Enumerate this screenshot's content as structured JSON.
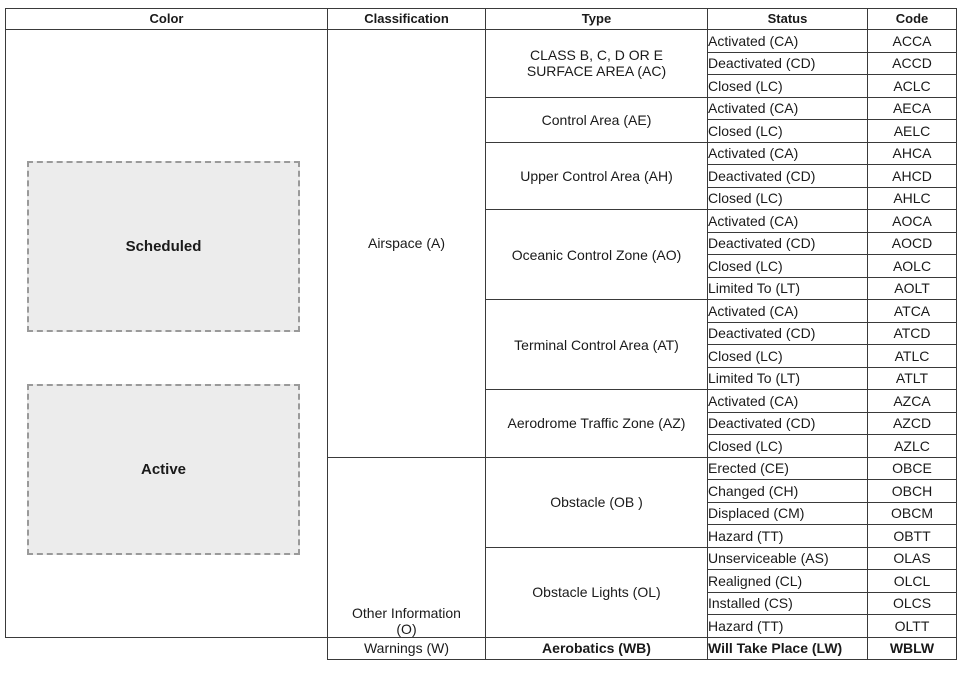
{
  "headers": {
    "color": "Color",
    "classification": "Classification",
    "type": "Type",
    "status": "Status",
    "code": "Code"
  },
  "swatches": {
    "scheduled": "Scheduled",
    "active": "Active"
  },
  "classifications": {
    "airspace": "Airspace (A)",
    "other": "Other Information (O)",
    "warnings": "Warnings (W)"
  },
  "types": {
    "ac": "CLASS B, C, D OR E SURFACE AREA (AC)",
    "ae": "Control Area (AE)",
    "ah": "Upper Control Area (AH)",
    "ao": "Oceanic Control Zone (AO)",
    "at": "Terminal Control Area (AT)",
    "az": "Aerodrome Traffic Zone (AZ)",
    "ob": "Obstacle (OB )",
    "ol": "Obstacle Lights (OL)",
    "wb": "Aerobatics (WB)"
  },
  "rows": [
    {
      "status": "Activated (CA)",
      "code": "ACCA"
    },
    {
      "status": "Deactivated (CD)",
      "code": "ACCD"
    },
    {
      "status": "Closed (LC)",
      "code": "ACLC"
    },
    {
      "status": "Activated (CA)",
      "code": "AECA"
    },
    {
      "status": "Closed (LC)",
      "code": "AELC"
    },
    {
      "status": "Activated (CA)",
      "code": "AHCA"
    },
    {
      "status": "Deactivated (CD)",
      "code": "AHCD"
    },
    {
      "status": "Closed (LC)",
      "code": "AHLC"
    },
    {
      "status": "Activated (CA)",
      "code": "AOCA"
    },
    {
      "status": "Deactivated (CD)",
      "code": "AOCD"
    },
    {
      "status": "Closed (LC)",
      "code": "AOLC"
    },
    {
      "status": "Limited To (LT)",
      "code": "AOLT"
    },
    {
      "status": "Activated (CA)",
      "code": "ATCA"
    },
    {
      "status": "Deactivated (CD)",
      "code": "ATCD"
    },
    {
      "status": "Closed (LC)",
      "code": "ATLC"
    },
    {
      "status": "Limited To (LT)",
      "code": "ATLT"
    },
    {
      "status": "Activated (CA)",
      "code": "AZCA"
    },
    {
      "status": "Deactivated (CD)",
      "code": "AZCD"
    },
    {
      "status": "Closed (LC)",
      "code": "AZLC"
    },
    {
      "status": "Erected (CE)",
      "code": "OBCE"
    },
    {
      "status": "Changed (CH)",
      "code": "OBCH"
    },
    {
      "status": "Displaced (CM)",
      "code": "OBCM"
    },
    {
      "status": "Hazard (TT)",
      "code": "OBTT"
    },
    {
      "status": "Unserviceable (AS)",
      "code": "OLAS"
    },
    {
      "status": "Realigned (CL)",
      "code": "OLCL"
    },
    {
      "status": "Installed (CS)",
      "code": "OLCS"
    },
    {
      "status": "Hazard (TT)",
      "code": "OLTT"
    },
    {
      "status": "Will Take Place (LW)",
      "code": "WBLW"
    }
  ],
  "colors": {
    "swatch_fill": "#ececec",
    "swatch_border": "#9a9a9a",
    "grid_line": "#3a3a3a"
  }
}
